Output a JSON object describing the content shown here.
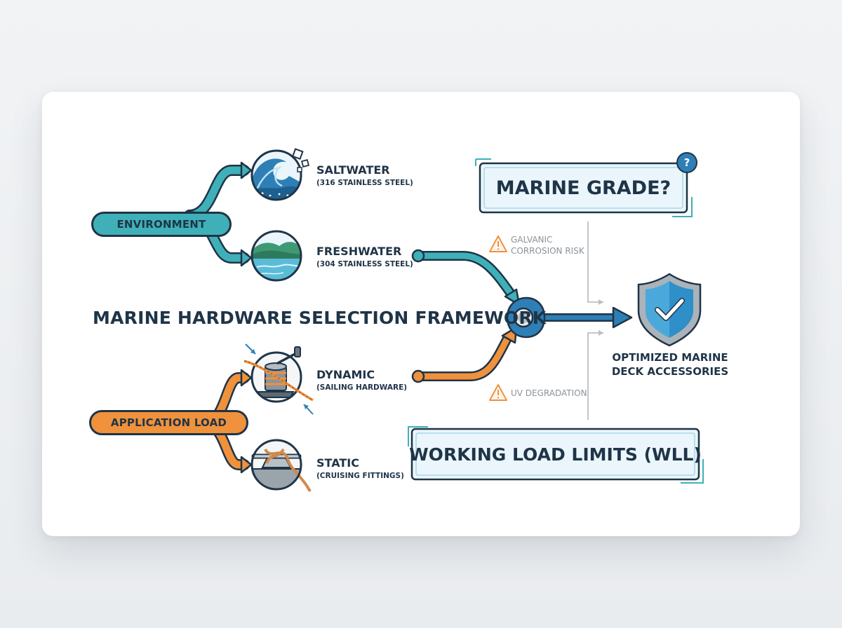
{
  "title": "MARINE HARDWARE SELECTION FRAMEWORK",
  "environment": {
    "label": "ENVIRONMENT",
    "options": [
      {
        "title": "SALTWATER",
        "subtitle": "(316 STAINLESS STEEL)",
        "icon": "wave-icon"
      },
      {
        "title": "FRESHWATER",
        "subtitle": "(304 STAINLESS STEEL)",
        "icon": "lake-icon"
      }
    ]
  },
  "application": {
    "label": "APPLICATION LOAD",
    "options": [
      {
        "title": "DYNAMIC",
        "subtitle": "(SAILING HARDWARE)",
        "icon": "winch-icon"
      },
      {
        "title": "STATIC",
        "subtitle": "(CRUISING FITTINGS)",
        "icon": "cleat-icon"
      }
    ]
  },
  "marine_grade": {
    "label": "MARINE GRADE?",
    "badge": "?"
  },
  "wll": {
    "label": "WORKING LOAD LIMITS (WLL)"
  },
  "warnings": {
    "galvanic_line1": "GALVANIC",
    "galvanic_line2": "CORROSION RISK",
    "uv": "UV DEGRADATION"
  },
  "result": {
    "line1": "OPTIMIZED MARINE",
    "line2": "DECK ACCESSORIES",
    "icon": "shield-check-icon"
  },
  "colors": {
    "teal": "#3fb0b8",
    "orange": "#f0913c",
    "navy": "#1f3447",
    "blue": "#2e7fb6"
  }
}
